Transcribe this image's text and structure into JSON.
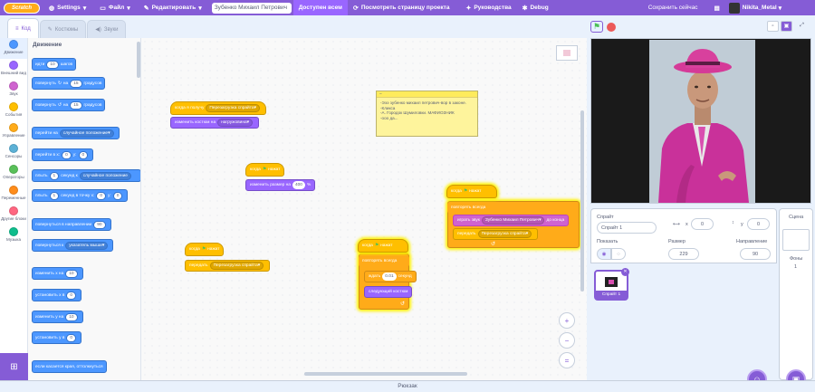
{
  "menubar": {
    "logo": "Scratch",
    "settings": "Settings",
    "file": "Файл",
    "edit": "Редактировать",
    "project_title": "Зубенко Михаил Петрович",
    "share": "Доступен всем",
    "see_project": "Посмотреть страницу проекта",
    "tutorials": "Руководства",
    "debug": "Debug",
    "save_now": "Сохранить сейчас",
    "username": "Nikita_Metal"
  },
  "tabs": {
    "code": "Код",
    "costumes": "Костюмы",
    "sounds": "Звуки"
  },
  "categories": [
    {
      "label": "Движение",
      "color": "#4c97ff"
    },
    {
      "label": "Внешний вид",
      "color": "#9966ff"
    },
    {
      "label": "Звук",
      "color": "#cf63cf"
    },
    {
      "label": "События",
      "color": "#ffbf00"
    },
    {
      "label": "Управление",
      "color": "#ffab19"
    },
    {
      "label": "Сенсоры",
      "color": "#5cb1d6"
    },
    {
      "label": "Операторы",
      "color": "#59c059"
    },
    {
      "label": "Переменные",
      "color": "#ff8c1a"
    },
    {
      "label": "Другие блоки",
      "color": "#ff6680"
    },
    {
      "label": "Музыка",
      "color": "#0fbd8c"
    }
  ],
  "palette": {
    "title": "Движение",
    "move": {
      "a": "идти",
      "n": "10",
      "b": "шагов"
    },
    "turn_right": {
      "a": "повернуть",
      "b": "на",
      "n": "15",
      "c": "градусов"
    },
    "turn_left": {
      "a": "повернуть",
      "b": "на",
      "n": "15",
      "c": "градусов"
    },
    "goto": {
      "a": "перейти на",
      "dd": "случайное положение"
    },
    "goto_xy": {
      "a": "перейти в x:",
      "x": "0",
      "b": "y:",
      "y": "0"
    },
    "glide": {
      "a": "плыть",
      "n": "1",
      "b": "секунд к",
      "dd": "случайное положение"
    },
    "glide_xy": {
      "a": "плыть",
      "n": "1",
      "b": "секунд в точку x:",
      "x": "0",
      "c": "y:",
      "y": "0"
    },
    "point_dir": {
      "a": "повернуться в направлении",
      "n": "90"
    },
    "point_towards": {
      "a": "повернуться к",
      "dd": "указатель мыши"
    },
    "change_x": {
      "a": "изменить х на",
      "n": "10"
    },
    "set_x": {
      "a": "установить х в",
      "n": "0"
    },
    "change_y": {
      "a": "изменить у на",
      "n": "10"
    },
    "set_y": {
      "a": "установить у в",
      "n": "0"
    },
    "bounce": {
      "a": "если касается края, оттолкнуться"
    }
  },
  "scripts": {
    "s1": {
      "hat": "когда я получу",
      "hat_dd": "Перезагрузка спрайта",
      "b1": "изменить костюм на",
      "b1_dd": "нагружовина"
    },
    "s2": {
      "hat": "когда",
      "hat2": "нажат",
      "b1": "изменить размер на",
      "b1_n": "400",
      "b1_u": "%"
    },
    "s3": {
      "hat": "когда",
      "hat2": "нажат",
      "b1": "передать",
      "b1_dd": "Перезагрузка спрайта"
    },
    "s4": {
      "hat": "когда",
      "hat2": "нажат",
      "loop": "повторять всегда",
      "wait": "ждать",
      "wait_n": "0.01",
      "wait_u": "секунд",
      "next": "следующий костюм",
      "arrow": "↺"
    },
    "s5": {
      "hat": "когда",
      "hat2": "нажат",
      "loop": "повторять всегда",
      "play": "играть звук",
      "play_dd": "Зубенко Михаил Петрович",
      "play_u": "до конца",
      "broadcast": "передать",
      "broadcast_dd": "Перезагрузка спрайта",
      "arrow": "↺"
    }
  },
  "comment": {
    "minus": "−",
    "lines": [
      "-Эээ зубенко михаил петрович-вор в законе.",
      "-Кликса",
      "-А. Городок Шумиловки. МАФИОЗНИК",
      "-ооо да..."
    ]
  },
  "zoom": {
    "in": "+",
    "out": "−",
    "reset": "="
  },
  "backpack": "Рюкзак",
  "sprite_info": {
    "sprite_label": "Спрайт",
    "sprite_name": "Спрайт 1",
    "x_label": "x",
    "x_value": "0",
    "y_label": "y",
    "y_value": "0",
    "show_label": "Показать",
    "size_label": "Размер",
    "size_value": "229",
    "direction_label": "Направление",
    "direction_value": "90"
  },
  "sprite_thumb": {
    "label": "Спрайт 1"
  },
  "stage_pane": {
    "title": "Сцена",
    "backdrops_label": "Фоны",
    "backdrops_count": "1"
  }
}
